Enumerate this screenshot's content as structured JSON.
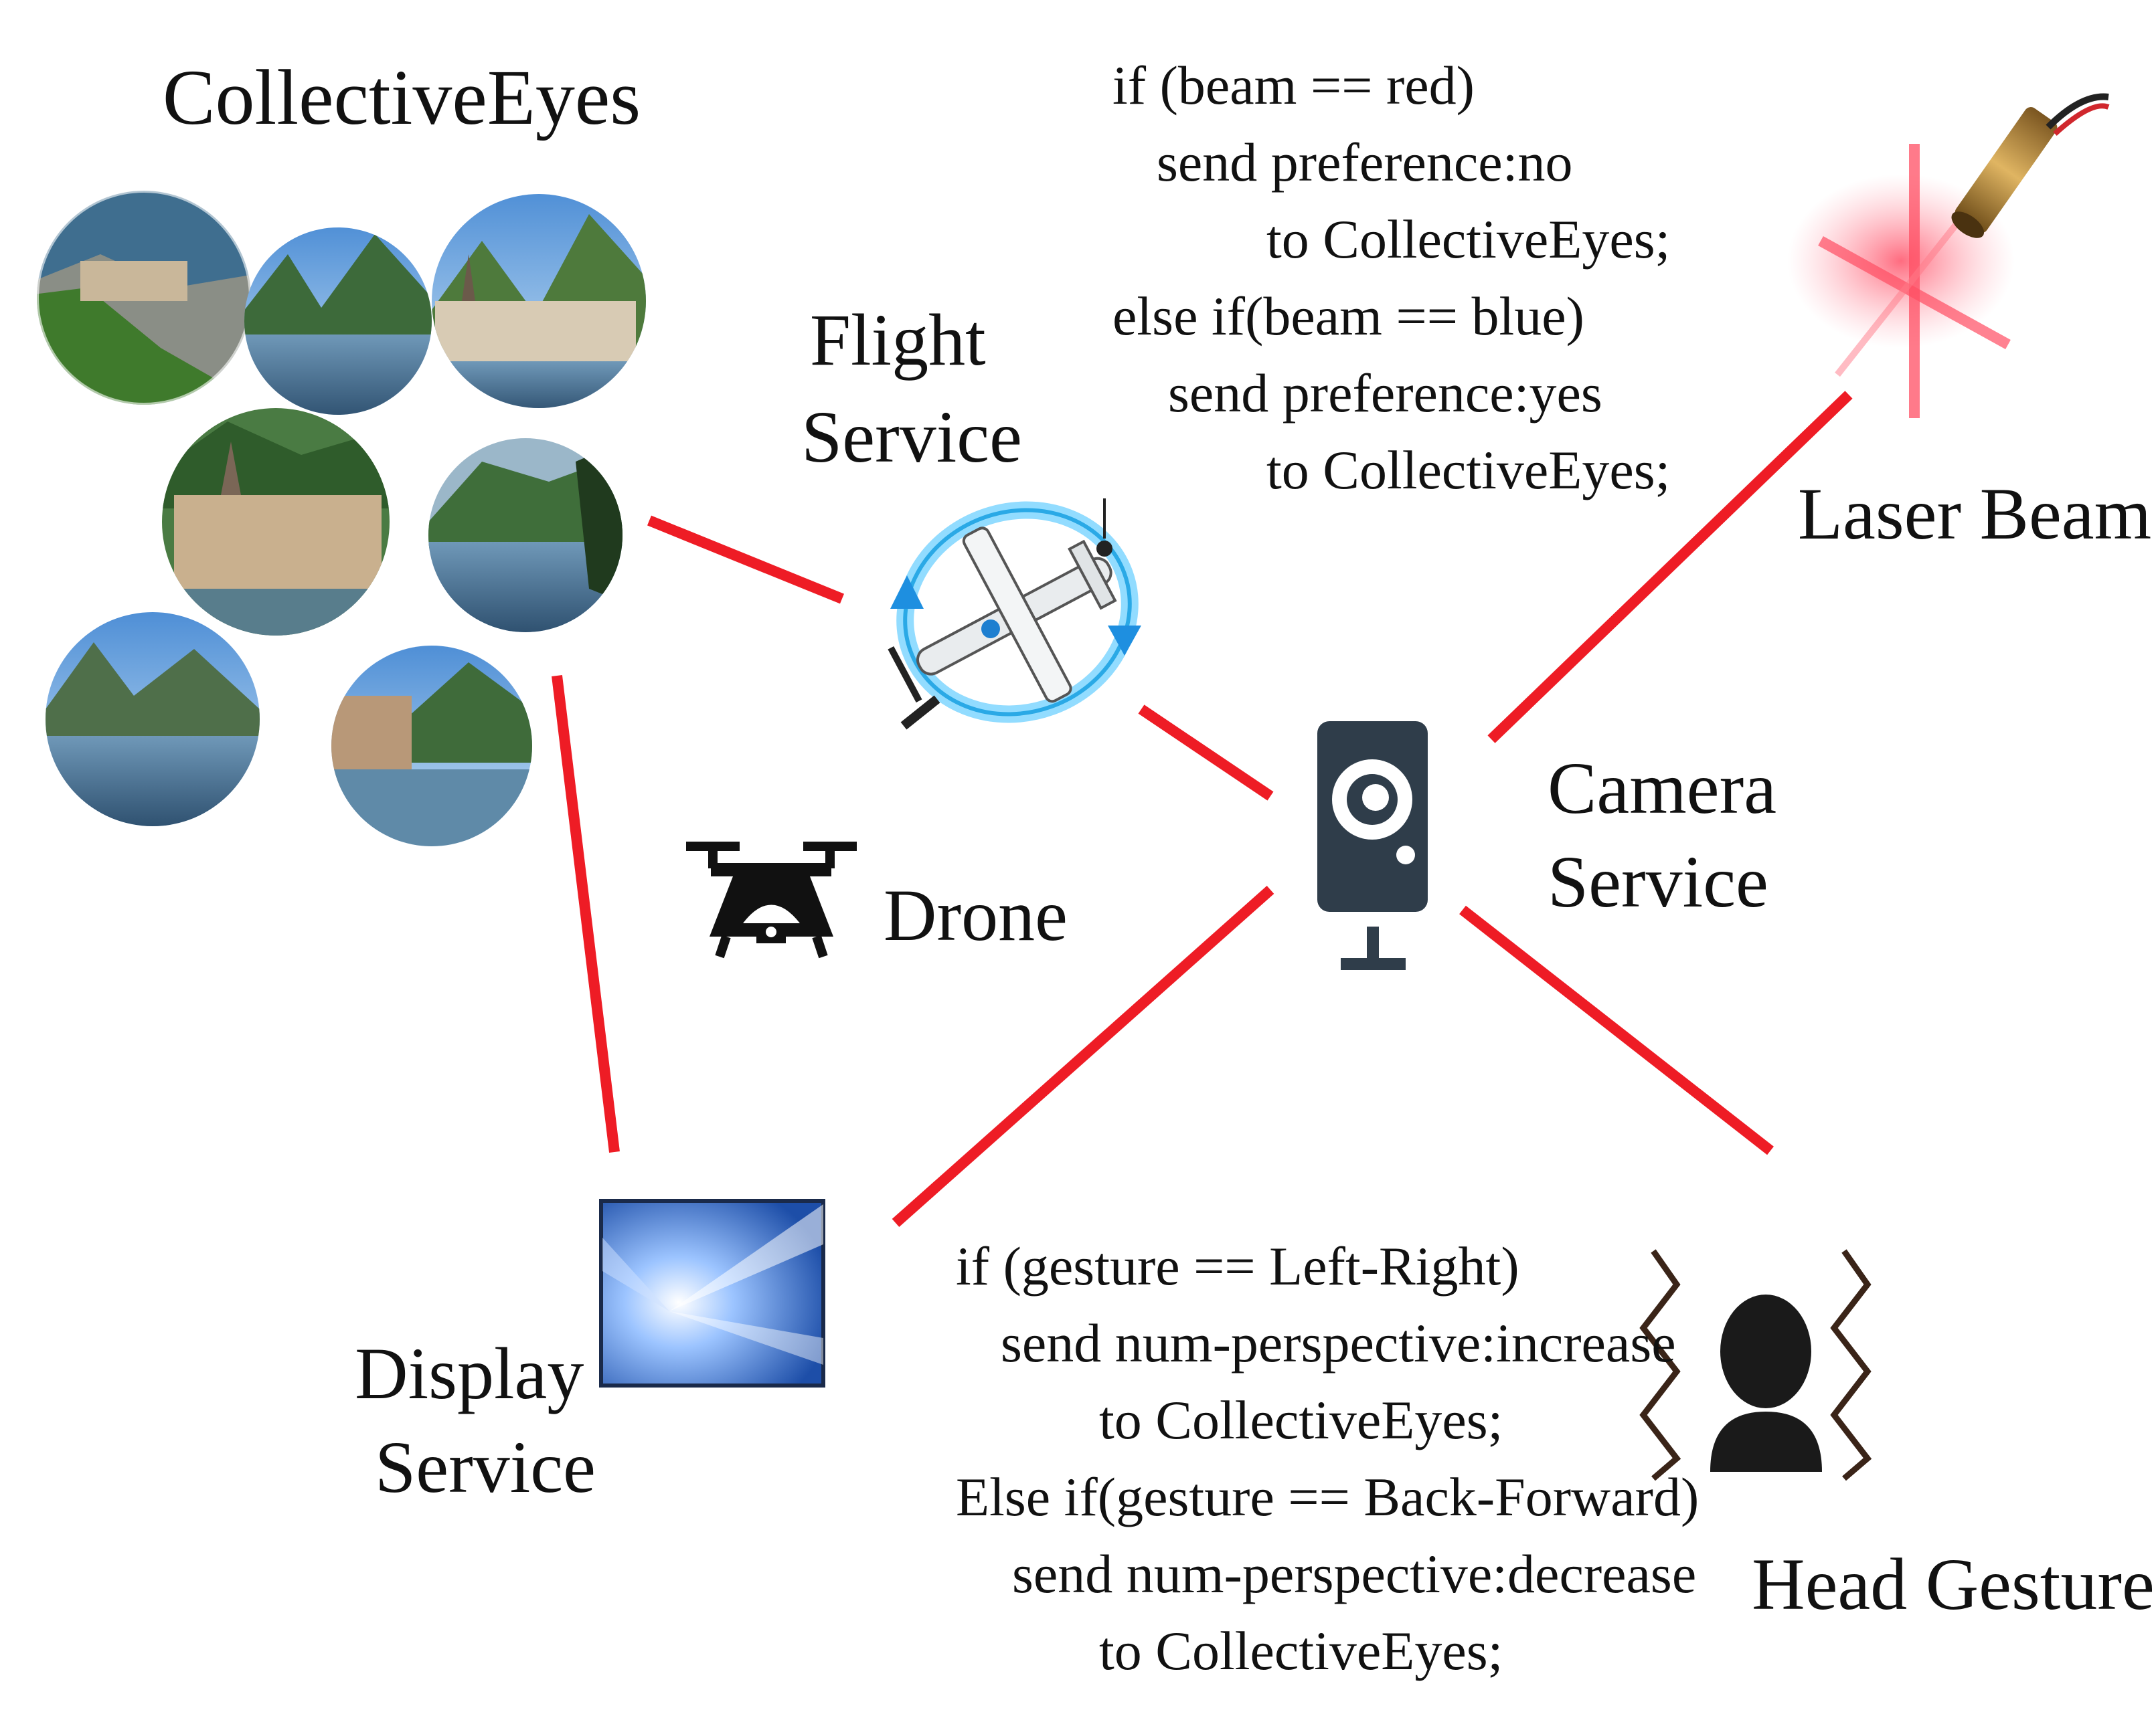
{
  "title": "CollectiveEyes",
  "colors": {
    "link": "#ee1c25",
    "icon": "#2f3d4a",
    "text": "#111111",
    "laser": "#ff6b7a",
    "tablet": "#3e78d6"
  },
  "nodes": {
    "flight": [
      "Flight",
      "Service"
    ],
    "drone": "Drone",
    "camera": [
      "Camera",
      "Service"
    ],
    "laser": "Laser Beam",
    "display": [
      "Display",
      "Service"
    ],
    "head": "Head Gesture"
  },
  "icons": {
    "photos": "landscape-photo-collage",
    "airplane": "airplane-icon",
    "drone": "drone-icon",
    "camera": "webcam-icon",
    "laser": "laser-pointer-icon",
    "display": "display-tablet-icon",
    "head": "head-gesture-icon"
  },
  "code_top": [
    "if (beam == red)",
    "send preference:no",
    "to CollectiveEyes;",
    "else if(beam == blue)",
    "send preference:yes",
    "to CollectiveEyes;"
  ],
  "code_bottom": [
    "if (gesture == Left-Right)",
    "send num-perspective:increase",
    "to CollectiveEyes;",
    "Else if(gesture == Back-Forward)",
    "send num-perspective:decrease",
    "to CollectiveEyes;"
  ]
}
